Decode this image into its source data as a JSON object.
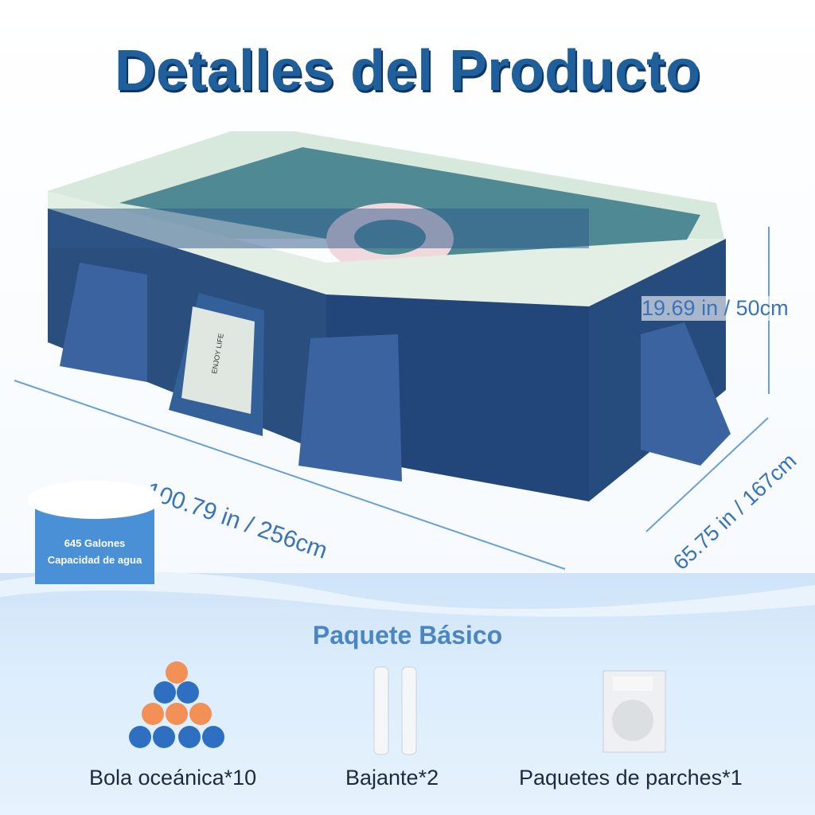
{
  "title": "Detalles del Producto",
  "dimensions": {
    "height": "19.69  in / 50cm",
    "length": "100.79 in / 256cm",
    "width": "65.75 in / 167cm"
  },
  "capacity_badge": {
    "line1": "645 Galones",
    "line2": "Capacidad de agua"
  },
  "panel_text": "ENJOY LIFE",
  "package": {
    "title": "Paquete Básico",
    "items": [
      {
        "label": "Bola oceánica*10",
        "icon": "balls-icon"
      },
      {
        "label": "Bajante*2",
        "icon": "hose-icon"
      },
      {
        "label": "Paquetes de parches*1",
        "icon": "patch-kit-icon"
      }
    ]
  },
  "colors": {
    "title": "#1f5f9c",
    "dimension": "#3a73b6",
    "pool": "#244a7a",
    "badge": "#4a90d6"
  }
}
